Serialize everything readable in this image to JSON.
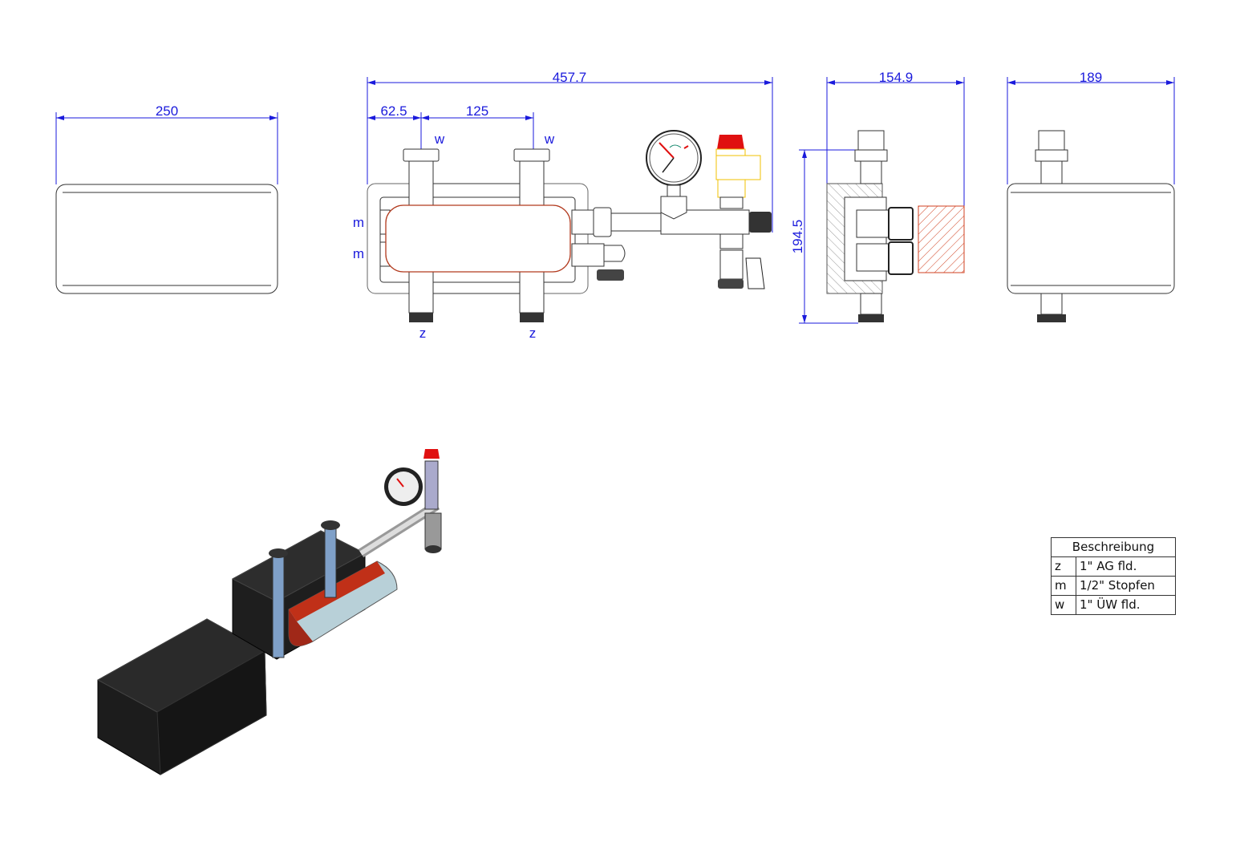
{
  "views": {
    "left": {
      "width_dim": "250"
    },
    "front": {
      "overall_dim": "457.7",
      "offset_dim": "62.5",
      "spacing_dim": "125",
      "labels": {
        "w1": "w",
        "w2": "w",
        "m1": "m",
        "m2": "m",
        "z1": "z",
        "z2": "z"
      }
    },
    "side": {
      "width_dim": "154.9",
      "height_dim": "194.5"
    },
    "right": {
      "width_dim": "189"
    }
  },
  "legend_table": {
    "header": "Beschreibung",
    "rows": [
      {
        "key": "z",
        "desc": "1\" AG fld."
      },
      {
        "key": "m",
        "desc": "1/2\" Stopfen"
      },
      {
        "key": "w",
        "desc": "1\" ÜW fld."
      }
    ]
  },
  "colors": {
    "dimension": "#1a1adc",
    "insulation_red": "#b23a1e",
    "valve_red": "#e01010",
    "valve_yellow": "#f0c000"
  }
}
